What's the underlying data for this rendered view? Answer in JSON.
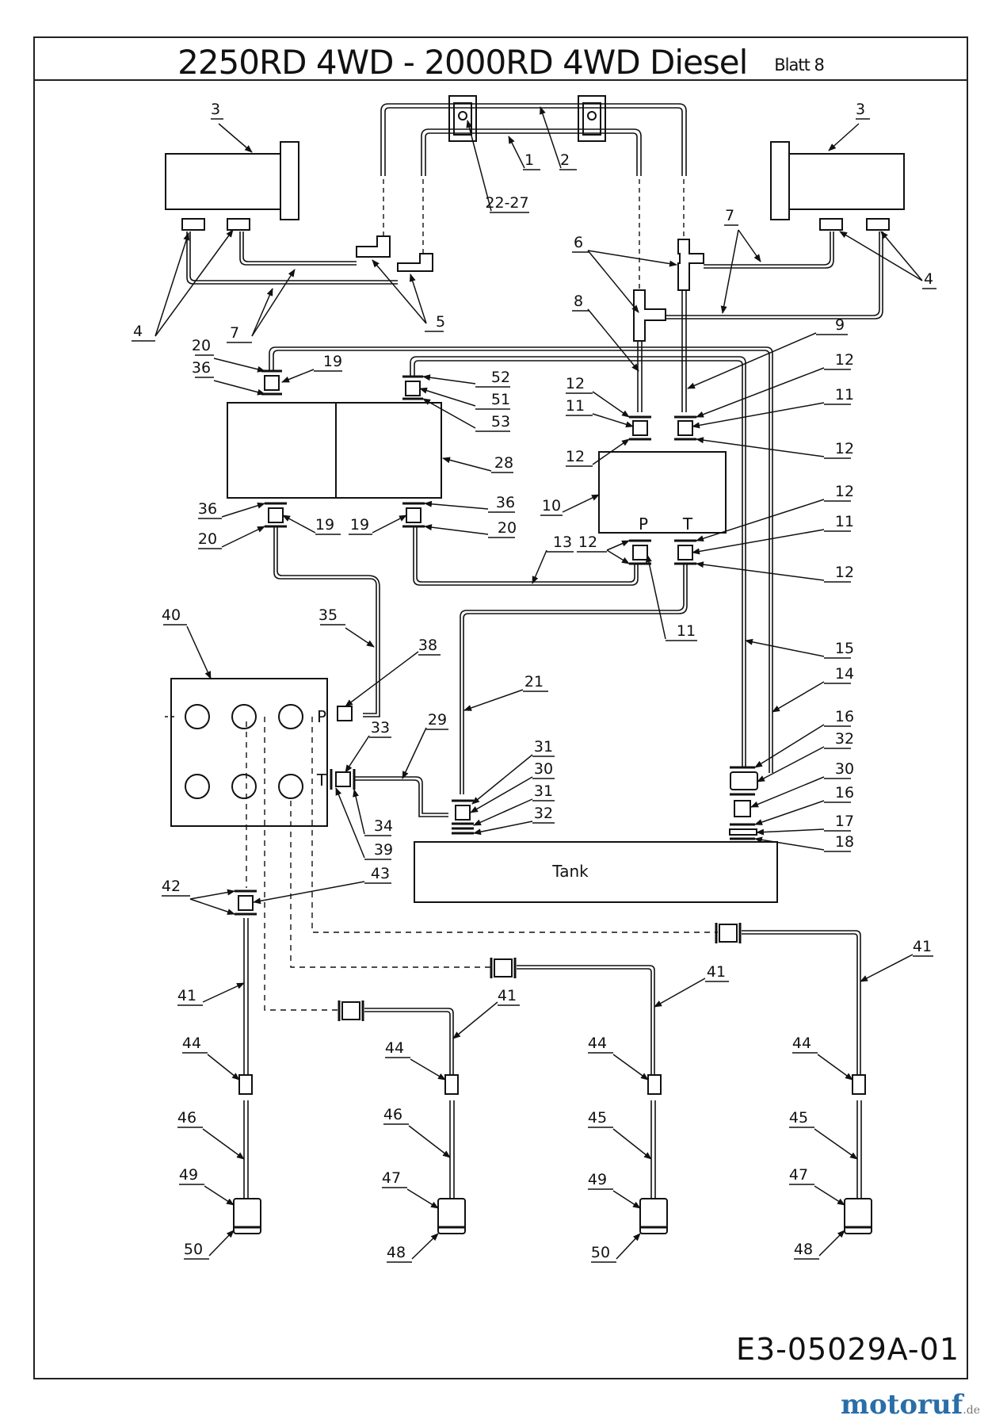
{
  "title": {
    "main": "2250RD 4WD -  2000RD 4WD Diesel",
    "sheet": "Blatt 8"
  },
  "drawing_number": "E3-05029A-01",
  "brand": {
    "name": "motoruf",
    "tld": ".de"
  },
  "components": {
    "tank": "Tank",
    "pump_port": "P",
    "return_port": "T"
  },
  "callouts": [
    {
      "id": "c3L",
      "text": "3"
    },
    {
      "id": "c3R",
      "text": "3"
    },
    {
      "id": "c1",
      "text": "1"
    },
    {
      "id": "c2",
      "text": "2"
    },
    {
      "id": "c2227",
      "text": "22-27"
    },
    {
      "id": "c7L",
      "text": "7"
    },
    {
      "id": "c7R",
      "text": "7"
    },
    {
      "id": "c4L",
      "text": "4"
    },
    {
      "id": "c4R",
      "text": "4"
    },
    {
      "id": "c5",
      "text": "5"
    },
    {
      "id": "c6",
      "text": "6"
    },
    {
      "id": "c8",
      "text": "8"
    },
    {
      "id": "c9",
      "text": "9"
    },
    {
      "id": "c20a",
      "text": "20"
    },
    {
      "id": "c36a",
      "text": "36"
    },
    {
      "id": "c19a",
      "text": "19"
    },
    {
      "id": "c52",
      "text": "52"
    },
    {
      "id": "c51",
      "text": "51"
    },
    {
      "id": "c53",
      "text": "53"
    },
    {
      "id": "c12a",
      "text": "12"
    },
    {
      "id": "c11a",
      "text": "11"
    },
    {
      "id": "c12b",
      "text": "12"
    },
    {
      "id": "c12c",
      "text": "12"
    },
    {
      "id": "c12d",
      "text": "12"
    },
    {
      "id": "c11b",
      "text": "11"
    },
    {
      "id": "c12e",
      "text": "12"
    },
    {
      "id": "c28",
      "text": "28"
    },
    {
      "id": "c10",
      "text": "10"
    },
    {
      "id": "c36b",
      "text": "36"
    },
    {
      "id": "c36c",
      "text": "36"
    },
    {
      "id": "c19b",
      "text": "19"
    },
    {
      "id": "c19c",
      "text": "19"
    },
    {
      "id": "c20b",
      "text": "20"
    },
    {
      "id": "c20c",
      "text": "20"
    },
    {
      "id": "c12f",
      "text": "12"
    },
    {
      "id": "c11c",
      "text": "11"
    },
    {
      "id": "c13",
      "text": "13"
    },
    {
      "id": "c12g",
      "text": "12"
    },
    {
      "id": "c12h",
      "text": "12"
    },
    {
      "id": "c11d",
      "text": "11"
    },
    {
      "id": "c40",
      "text": "40"
    },
    {
      "id": "c35",
      "text": "35"
    },
    {
      "id": "c38",
      "text": "38"
    },
    {
      "id": "c21",
      "text": "21"
    },
    {
      "id": "c15",
      "text": "15"
    },
    {
      "id": "c14",
      "text": "14"
    },
    {
      "id": "c33",
      "text": "33"
    },
    {
      "id": "c29",
      "text": "29"
    },
    {
      "id": "c31a",
      "text": "31"
    },
    {
      "id": "c30a",
      "text": "30"
    },
    {
      "id": "c31b",
      "text": "31"
    },
    {
      "id": "c32a",
      "text": "32"
    },
    {
      "id": "c34",
      "text": "34"
    },
    {
      "id": "c39",
      "text": "39"
    },
    {
      "id": "c16a",
      "text": "16"
    },
    {
      "id": "c32b",
      "text": "32"
    },
    {
      "id": "c30b",
      "text": "30"
    },
    {
      "id": "c16b",
      "text": "16"
    },
    {
      "id": "c17",
      "text": "17"
    },
    {
      "id": "c18",
      "text": "18"
    },
    {
      "id": "c42",
      "text": "42"
    },
    {
      "id": "c43",
      "text": "43"
    },
    {
      "id": "c41a",
      "text": "41"
    },
    {
      "id": "c41b",
      "text": "41"
    },
    {
      "id": "c41c",
      "text": "41"
    },
    {
      "id": "c41d",
      "text": "41"
    },
    {
      "id": "c44a",
      "text": "44"
    },
    {
      "id": "c44b",
      "text": "44"
    },
    {
      "id": "c44c",
      "text": "44"
    },
    {
      "id": "c44d",
      "text": "44"
    },
    {
      "id": "c46a",
      "text": "46"
    },
    {
      "id": "c46b",
      "text": "46"
    },
    {
      "id": "c45a",
      "text": "45"
    },
    {
      "id": "c45b",
      "text": "45"
    },
    {
      "id": "c49a",
      "text": "49"
    },
    {
      "id": "c47a",
      "text": "47"
    },
    {
      "id": "c49b",
      "text": "49"
    },
    {
      "id": "c47b",
      "text": "47"
    },
    {
      "id": "c50a",
      "text": "50"
    },
    {
      "id": "c48a",
      "text": "48"
    },
    {
      "id": "c50b",
      "text": "50"
    },
    {
      "id": "c48b",
      "text": "48"
    }
  ]
}
